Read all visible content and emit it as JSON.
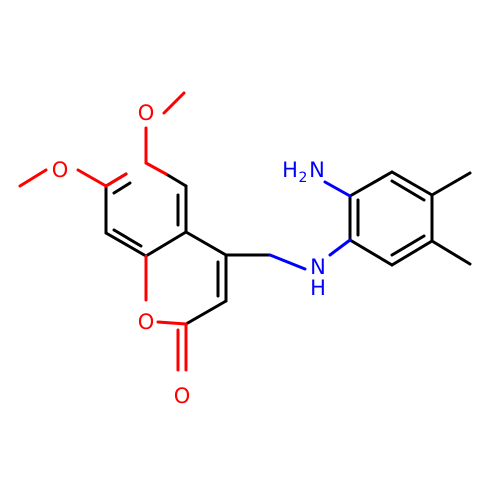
{
  "molecule": {
    "bond_color": "#000000",
    "oxygen_color": "#ff0000",
    "nitrogen_color": "#0000ff",
    "atoms": {
      "methoxy_o_top": {
        "element": "O",
        "label": "O"
      },
      "methoxy_o_left": {
        "element": "O",
        "label": "O"
      },
      "ring_o": {
        "element": "O",
        "label": "O"
      },
      "carbonyl_o": {
        "element": "O",
        "label": "O"
      },
      "amine_n": {
        "element": "N",
        "label": "N",
        "h_label": "H"
      },
      "amino_n": {
        "element": "N",
        "label": "N",
        "h_label": "H",
        "h_subscript": "2"
      }
    }
  }
}
